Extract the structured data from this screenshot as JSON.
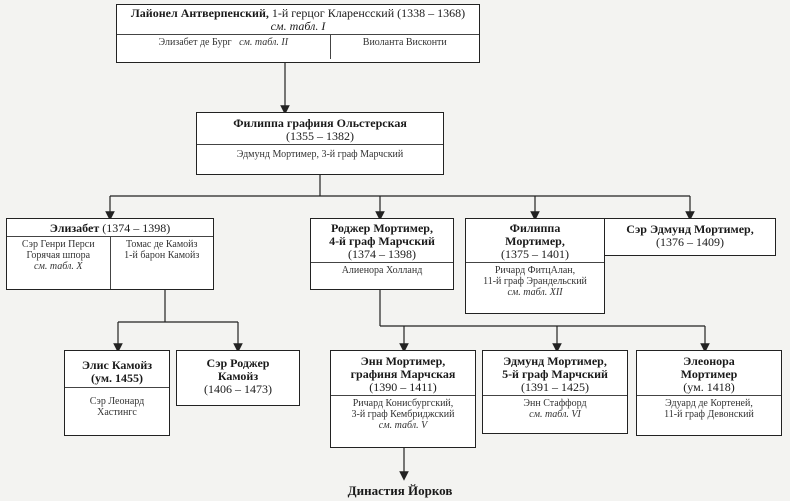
{
  "tree": {
    "lionel": {
      "name": "Лайонел Антверпенский,",
      "title": "1-й герцог Кларенсский (1338 – 1368)",
      "ref": "см. табл. I",
      "spouse1": "Элизабет де Бург",
      "spouse1_ref": "см. табл. II",
      "spouse2": "Виоланта Висконти"
    },
    "philippa": {
      "name": "Филиппа графиня Ольстерская",
      "dates": "(1355 – 1382)",
      "spouse": "Эдмунд Мортимер, 3-й граф Марчский"
    },
    "elizabeth": {
      "name": "Элизабет",
      "dates": "(1374 – 1398)",
      "spouse1_l1": "Сэр Генри Перси",
      "spouse1_l2": "Горячая шпора",
      "spouse1_ref": "см. табл. X",
      "spouse2_l1": "Томас де Камойз",
      "spouse2_l2": "1-й барон Камойз"
    },
    "roger": {
      "name_l1": "Роджер Мортимер,",
      "name_l2": "4-й граф Марчский",
      "dates": "(1374 – 1398)",
      "spouse": "Алиенора Холланд"
    },
    "philippa2": {
      "name_l1": "Филиппа",
      "name_l2": "Мортимер,",
      "dates": "(1375 – 1401)",
      "spouse_l1": "Ричард ФитцАлан,",
      "spouse_l2": "11-й граф Эрандельский",
      "spouse_ref": "см. табл. XII"
    },
    "edmund_sir": {
      "name": "Сэр Эдмунд Мортимер,",
      "dates": "(1376 – 1409)"
    },
    "alice": {
      "name": "Элис Камойз",
      "dates": "(ум. 1455)",
      "spouse_l1": "Сэр Леонард",
      "spouse_l2": "Хастингс"
    },
    "roger_c": {
      "name_l1": "Сэр Роджер",
      "name_l2": "Камойз",
      "dates": "(1406 – 1473)"
    },
    "anne": {
      "name_l1": "Энн Мортимер,",
      "name_l2": "графиня Марчская",
      "dates": "(1390 – 1411)",
      "spouse_l1": "Ричард Конисбургский,",
      "spouse_l2": "3-й граф Кембриджский",
      "spouse_ref": "см. табл. V"
    },
    "edmund5": {
      "name_l1": "Эдмунд Мортимер,",
      "name_l2": "5-й граф Марчский",
      "dates": "(1391 – 1425)",
      "spouse": "Энн Стаффорд",
      "spouse_ref": "см. табл. VI"
    },
    "eleanor": {
      "name_l1": "Элеонора",
      "name_l2": "Мортимер",
      "dates": "(ум. 1418)",
      "spouse_l1": "Эдуард де Кортеней,",
      "spouse_l2": "11-й граф Девонский"
    },
    "footer": "Династия Йорков"
  }
}
